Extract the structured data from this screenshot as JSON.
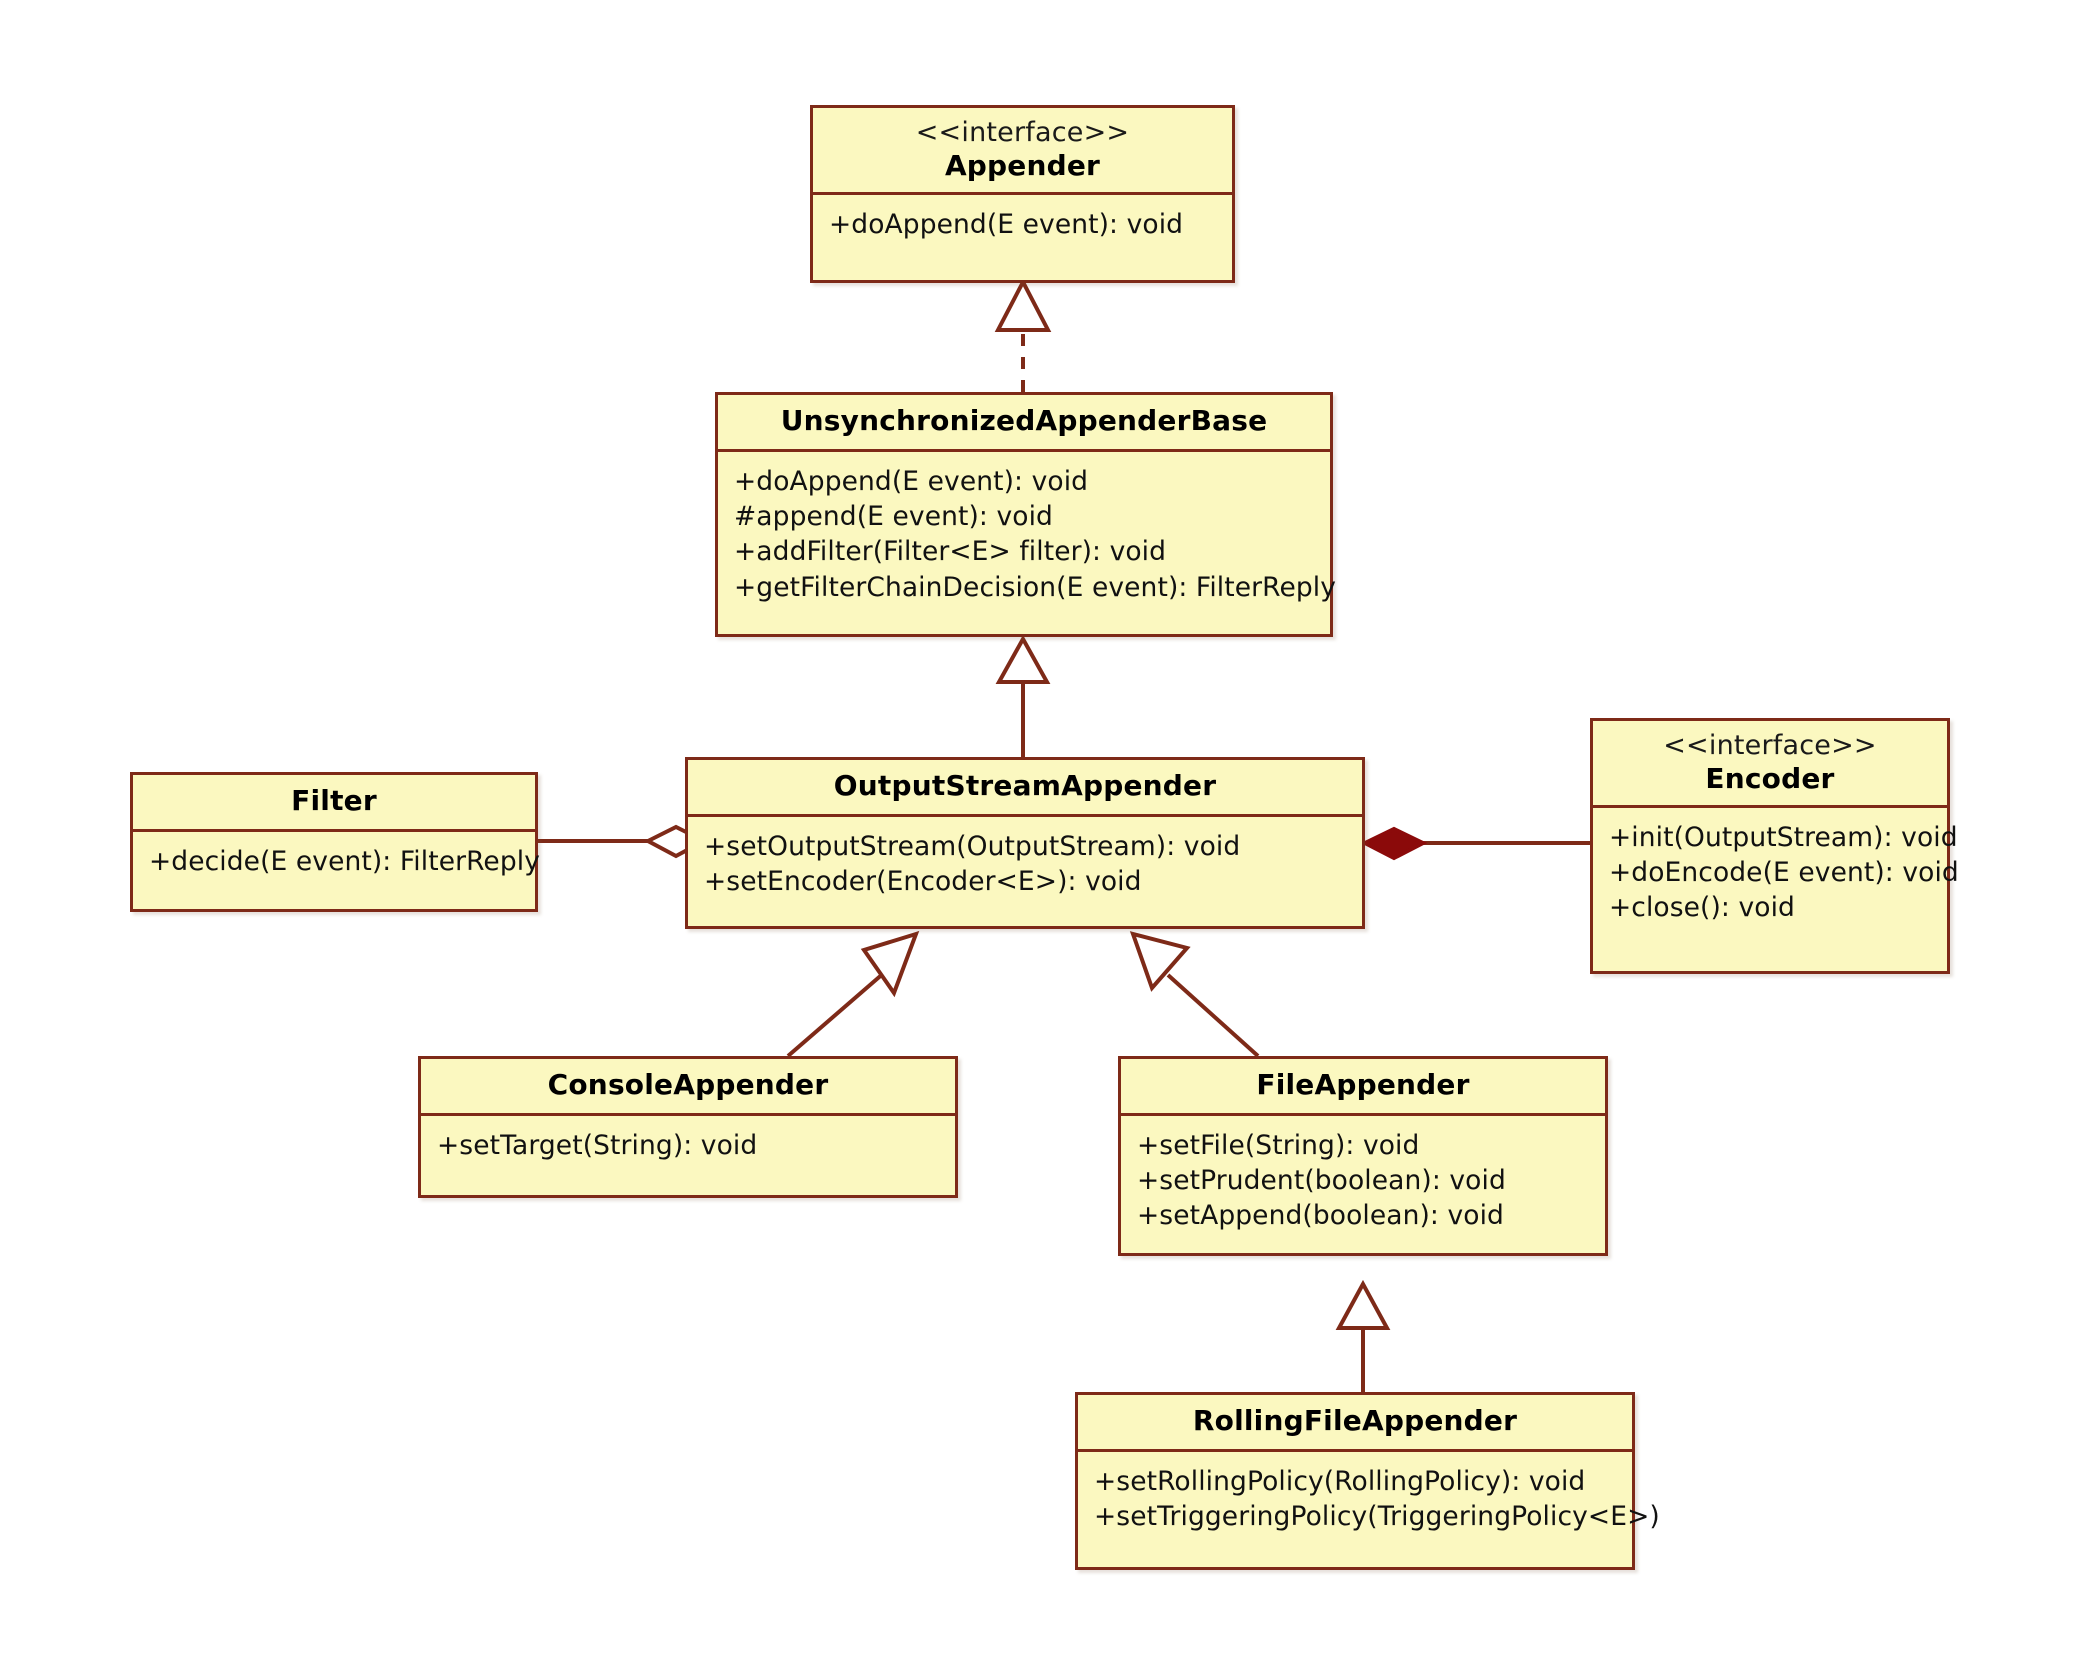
{
  "diagram": {
    "kind": "uml-class-diagram",
    "title": "Logback Appender class hierarchy",
    "colors": {
      "box_fill": "#FBF8C0",
      "box_border": "#7E2A18",
      "line": "#7E2A18",
      "composition_fill": "#8B0A0A",
      "aggregation_fill": "#FFFFFF",
      "background": "#FFFFFF",
      "text": "#111111"
    }
  },
  "classes": [
    {
      "id": "appender",
      "name": "Appender",
      "stereotype": "<<interface>>",
      "members": [
        "+doAppend(E event): void"
      ]
    },
    {
      "id": "unsynchronized_appender_base",
      "name": "UnsynchronizedAppenderBase",
      "stereotype": "",
      "members": [
        "+doAppend(E event): void",
        "#append(E event): void",
        "+addFilter(Filter<E> filter): void",
        "+getFilterChainDecision(E event): FilterReply"
      ]
    },
    {
      "id": "output_stream_appender",
      "name": "OutputStreamAppender",
      "stereotype": "",
      "members": [
        "+setOutputStream(OutputStream): void",
        "+setEncoder(Encoder<E>): void"
      ]
    },
    {
      "id": "filter",
      "name": "Filter",
      "stereotype": "",
      "members": [
        "+decide(E event): FilterReply"
      ]
    },
    {
      "id": "encoder",
      "name": "Encoder",
      "stereotype": "<<interface>>",
      "members": [
        "+init(OutputStream): void",
        "+doEncode(E event): void",
        "+close(): void"
      ]
    },
    {
      "id": "console_appender",
      "name": "ConsoleAppender",
      "stereotype": "",
      "members": [
        "+setTarget(String): void"
      ]
    },
    {
      "id": "file_appender",
      "name": "FileAppender",
      "stereotype": "",
      "members": [
        "+setFile(String): void",
        "+setPrudent(boolean): void",
        "+setAppend(boolean): void"
      ]
    },
    {
      "id": "rolling_file_appender",
      "name": "RollingFileAppender",
      "stereotype": "",
      "members": [
        "+setRollingPolicy(RollingPolicy): void",
        "+setTriggeringPolicy(TriggeringPolicy<E>)"
      ]
    }
  ],
  "relationships": [
    {
      "id": "rel-realization-appender",
      "type": "realization",
      "from": "unsynchronized_appender_base",
      "to": "appender",
      "line": "dashed",
      "head": "hollow-triangle"
    },
    {
      "id": "rel-generalization-usab",
      "type": "generalization",
      "from": "output_stream_appender",
      "to": "unsynchronized_appender_base",
      "line": "solid",
      "head": "hollow-triangle"
    },
    {
      "id": "rel-aggregation-filter",
      "type": "aggregation",
      "from": "output_stream_appender",
      "to": "filter",
      "line": "solid",
      "head": "hollow-diamond"
    },
    {
      "id": "rel-composition-encoder",
      "type": "composition",
      "from": "output_stream_appender",
      "to": "encoder",
      "line": "solid",
      "head": "filled-diamond"
    },
    {
      "id": "rel-generalization-console",
      "type": "generalization",
      "from": "console_appender",
      "to": "output_stream_appender",
      "line": "solid",
      "head": "hollow-triangle"
    },
    {
      "id": "rel-generalization-file",
      "type": "generalization",
      "from": "file_appender",
      "to": "output_stream_appender",
      "line": "solid",
      "head": "hollow-triangle"
    },
    {
      "id": "rel-generalization-rolling",
      "type": "generalization",
      "from": "rolling_file_appender",
      "to": "file_appender",
      "line": "solid",
      "head": "hollow-triangle"
    }
  ]
}
